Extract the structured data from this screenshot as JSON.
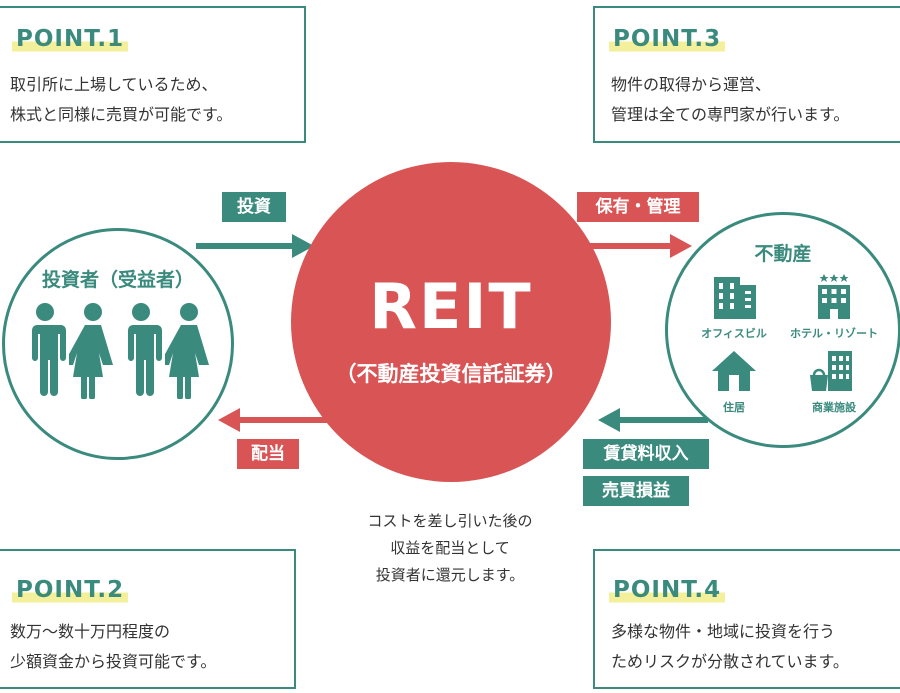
{
  "colors": {
    "teal": "#3a8a7e",
    "red": "#d95454",
    "highlight": "#f3ef9a",
    "text": "#333333"
  },
  "points": [
    {
      "title": "POINT.1",
      "lines": [
        "取引所に上場しているため、",
        "株式と同様に売買が可能です。"
      ]
    },
    {
      "title": "POINT.2",
      "lines": [
        "数万〜数十万円程度の",
        "少額資金から投資可能です。"
      ]
    },
    {
      "title": "POINT.3",
      "lines": [
        "物件の取得から運営、",
        "管理は全ての専門家が行います。"
      ]
    },
    {
      "title": "POINT.4",
      "lines": [
        "多様な物件・地域に投資を行う",
        "ためリスクが分散されています。"
      ]
    }
  ],
  "center": {
    "title": "REIT",
    "subtitle": "（不動産投資信託証券）",
    "note": [
      "コストを差し引いた後の",
      "収益を配当として",
      "投資者に還元します。"
    ]
  },
  "investor": {
    "title": "投資者（受益者）",
    "icons": [
      "male-person-icon",
      "female-person-icon",
      "male-person-icon",
      "female-person-icon"
    ]
  },
  "real_estate": {
    "title": "不動産",
    "items": [
      {
        "label": "オフィスビル",
        "icon": "office-building-icon"
      },
      {
        "label": "ホテル・リゾート",
        "icon": "hotel-icon"
      },
      {
        "label": "住居",
        "icon": "house-icon"
      },
      {
        "label": "商業施設",
        "icon": "commercial-facility-icon"
      }
    ]
  },
  "flows": {
    "invest": "投資",
    "dividend": "配当",
    "hold_manage": "保有・管理",
    "rent_income": "賃貸料収入",
    "sale_profit": "売買損益"
  }
}
